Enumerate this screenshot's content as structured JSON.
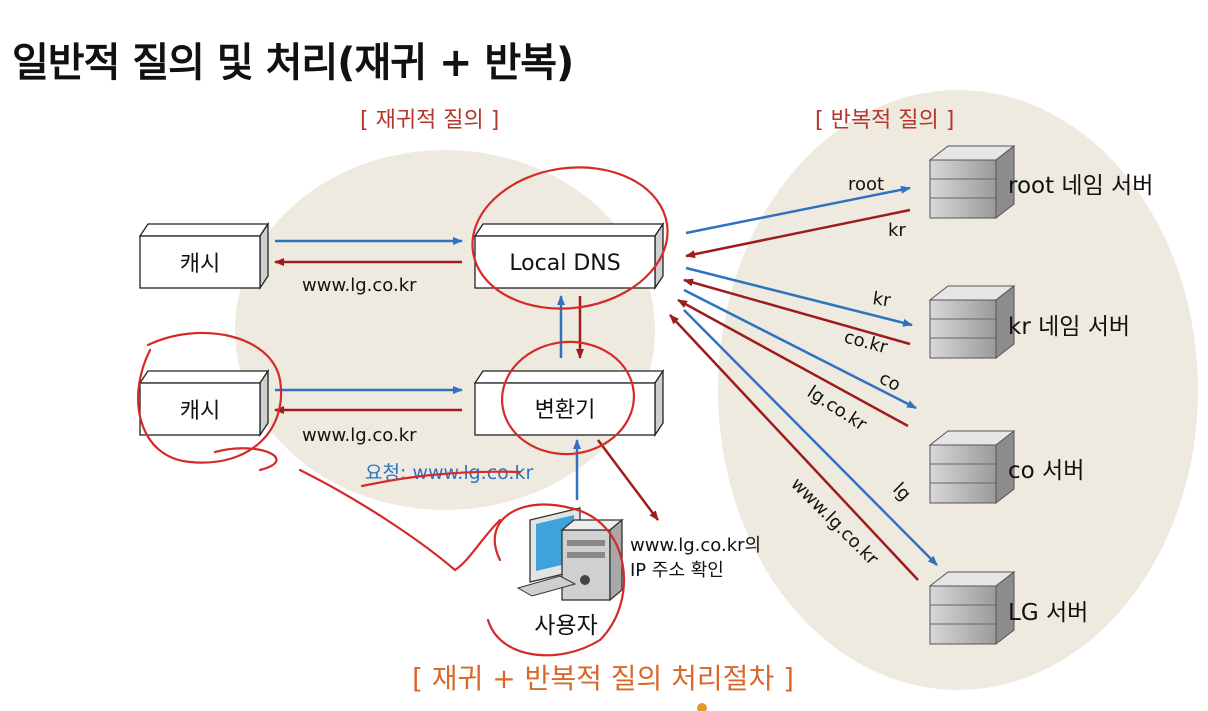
{
  "title": "일반적 질의 및 처리(재귀 + 반복)",
  "labels": {
    "recursive": "[ 재귀적 질의 ]",
    "iterative": "[ 반복적 질의 ]",
    "caption": "[ 재귀 + 반복적 질의 처리절차 ]"
  },
  "boxes": {
    "cache_top": "캐시",
    "local_dns": "Local DNS",
    "cache_bottom": "캐시",
    "converter": "변환기",
    "user": "사용자"
  },
  "edge_labels": {
    "www_top": "www.lg.co.kr",
    "www_bottom": "www.lg.co.kr",
    "request": "요청: www.lg.co.kr",
    "ip_confirm_line1": "www.lg.co.kr의",
    "ip_confirm_line2": "IP 주소 확인",
    "root": "root",
    "kr_reply": "kr",
    "kr": "kr",
    "co_kr_reply": "co.kr",
    "co": "co",
    "lg_co_kr_reply": "lg.co.kr",
    "lg": "lg",
    "www_lg_reply": "www.lg.co.kr"
  },
  "servers": {
    "root": "root 네임 서버",
    "kr": "kr 네임 서버",
    "co": "co 서버",
    "lg": "LG 서버"
  },
  "colors": {
    "blue_arrow": "#2f72c0",
    "red_arrow": "#9e1c1c",
    "circle_fill": "#eeeadf",
    "annotation_red": "#d42a2a"
  }
}
